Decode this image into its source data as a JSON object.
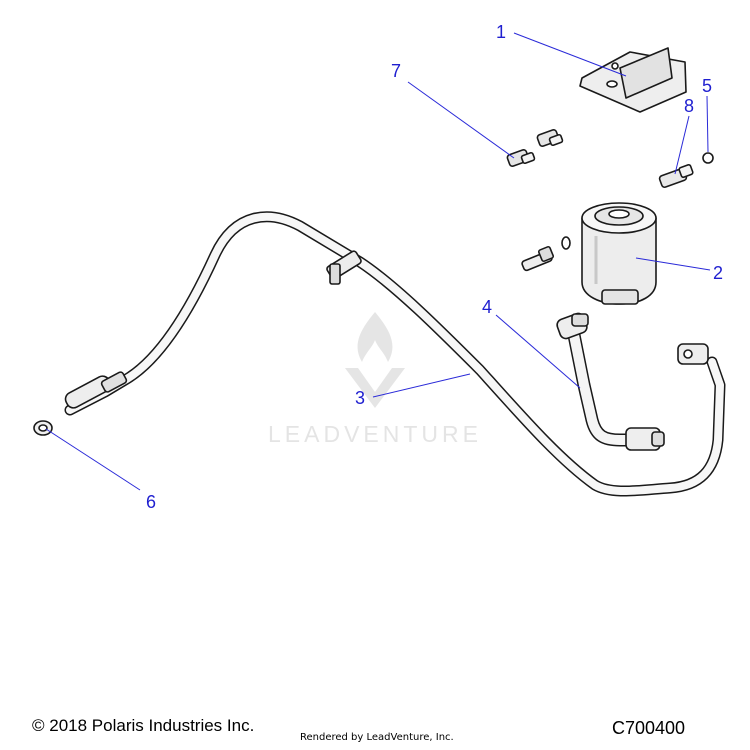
{
  "callouts": {
    "c1": "1",
    "c2": "2",
    "c3": "3",
    "c4": "4",
    "c5": "5",
    "c6": "6",
    "c7": "7",
    "c8": "8"
  },
  "watermark": {
    "text": "LEADVENTURE"
  },
  "footer": {
    "copyright": "© 2018 Polaris Industries Inc.",
    "rendered_by": "Rendered by LeadVenture, Inc.",
    "diagram_code": "C700400"
  },
  "colors": {
    "callout": "#1f1fd0",
    "part_fill": "#f2f2f2",
    "part_stroke": "#1a1a1a",
    "watermark": "#d9d9d9"
  }
}
